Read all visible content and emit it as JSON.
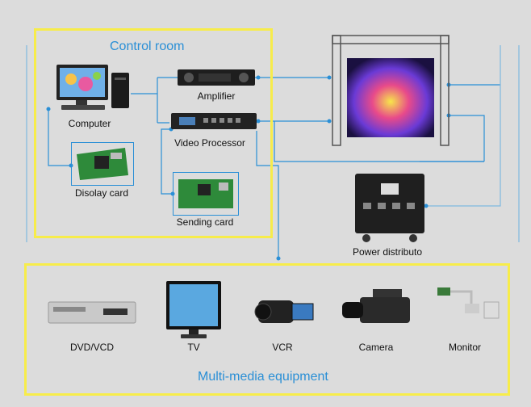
{
  "control_room": {
    "title": "Control room",
    "devices": {
      "computer": "Computer",
      "display_card": "Disolay card",
      "amplifier": "Amplifier",
      "video_processor": "Video Processor",
      "sending_card": "Sending card"
    }
  },
  "power": {
    "label": "Power distributo"
  },
  "multimedia": {
    "title": "Multi-media equipment",
    "devices": [
      {
        "label": "DVD/VCD",
        "icon": "dvd-player-icon"
      },
      {
        "label": "TV",
        "icon": "tv-icon"
      },
      {
        "label": "VCR",
        "icon": "camcorder-icon"
      },
      {
        "label": "Camera",
        "icon": "video-camera-icon"
      },
      {
        "label": "Monitor",
        "icon": "security-camera-icon"
      }
    ]
  },
  "colors": {
    "wire": "#2a8fd6",
    "frame": "#f7ec4a",
    "title": "#2a8fd6"
  }
}
